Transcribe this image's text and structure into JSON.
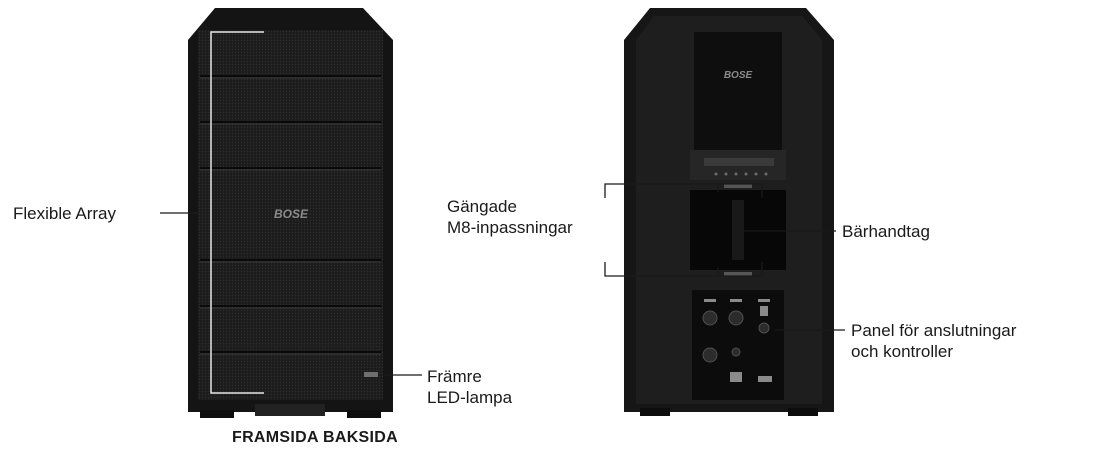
{
  "front": {
    "brand": "BOSE",
    "labels": {
      "flexible_array": "Flexible Array",
      "front_led_line1": "Främre",
      "front_led_line2": "LED-lampa"
    }
  },
  "back": {
    "brand": "BOSE",
    "labels": {
      "threaded_line1": "Gängade",
      "threaded_line2": "M8-inpassningar",
      "handle": "Bärhandtag",
      "panel_line1": "Panel för anslutningar",
      "panel_line2": "och kontroller"
    }
  },
  "caption": "FRAMSIDA BAKSIDA"
}
